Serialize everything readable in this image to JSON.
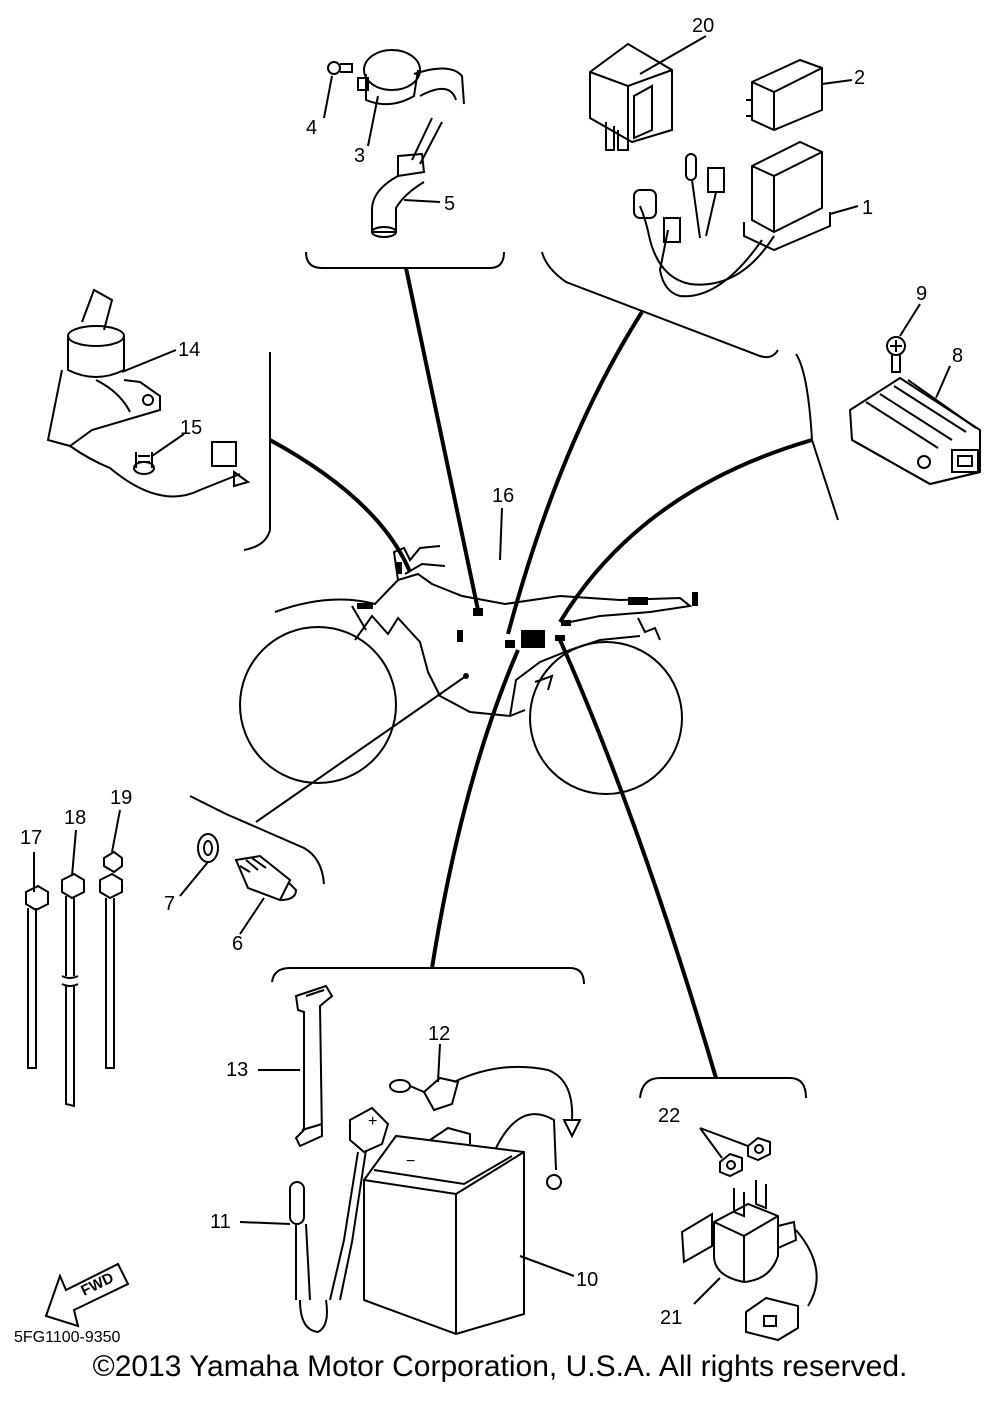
{
  "callouts": {
    "n1": "1",
    "n2": "2",
    "n3": "3",
    "n4": "4",
    "n5": "5",
    "n6": "6",
    "n7": "7",
    "n8": "8",
    "n9": "9",
    "n10": "10",
    "n11": "11",
    "n12": "12",
    "n13": "13",
    "n14": "14",
    "n15": "15",
    "n16": "16",
    "n17": "17",
    "n18": "18",
    "n19": "19",
    "n20": "20",
    "n21": "21",
    "n22": "22"
  },
  "battery_minus": "−",
  "cap_plus": "+",
  "fwd_label": "FWD",
  "diagram_code": "5FG1100-9350",
  "copyright": "©2013 Yamaha Motor Corporation, U.S.A. All rights reserved."
}
